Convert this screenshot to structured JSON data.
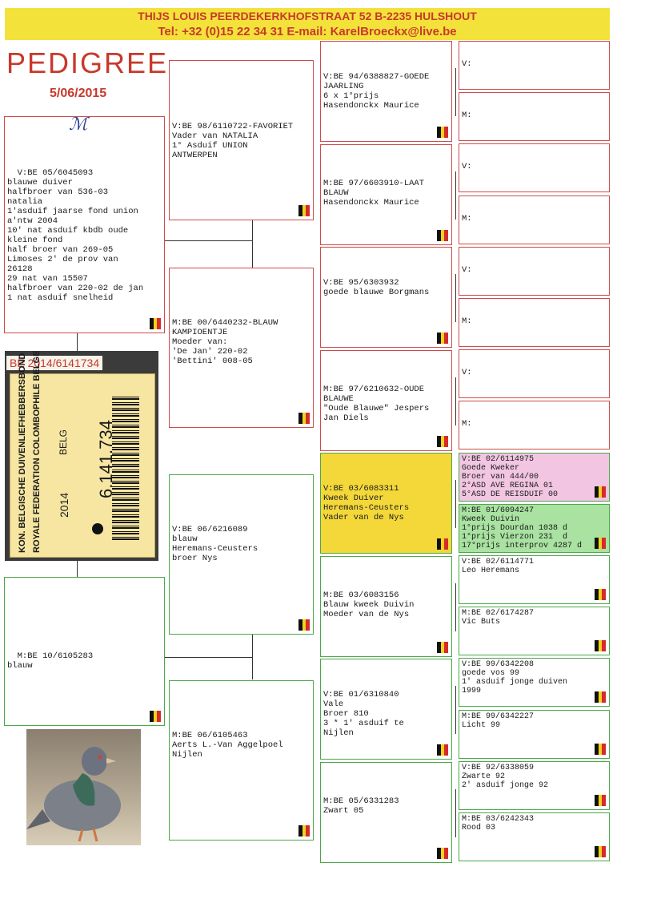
{
  "header": {
    "line1": "THIJS LOUIS      PEERDEKERKHOFSTRAAT 52    B-2235   HULSHOUT",
    "line2": "Tel: +32 (0)15 22 34 31   E-mail: KarelBroeckx@live.be"
  },
  "title": "PEDIGREE",
  "date": "5/06/2015",
  "ring": {
    "label": "BE 2014/6141734",
    "org1": "KON. BELGISCHE DUIVENLIEFHEBBERSBOND",
    "org2": "ROYALE FEDERATION COLOMBOPHILE BELGE",
    "year": "2014",
    "country": "BELG",
    "number": "6.141.734"
  },
  "colors": {
    "red_border": "#cf4b4b",
    "green_border": "#4aa84a",
    "header_bg": "#f3e23a",
    "accent_red": "#c8392c",
    "yellow_box": "#f4d83a",
    "pink_box": "#f2c6e2",
    "green_box": "#a9e2a1"
  },
  "subject_sire": "V:BE 05/6045093\nblauwe duiver\nhalfbroer van 536-03\nnatalia\n1'asduif jaarse fond union\na'ntw 2004\n10' nat asduif kbdb oude\nkleine fond\nhalf broer van 269-05\nLimoses 2' de prov van\n26128\n29 nat van 15507\nhalfbroer van 220-02 de jan\n1 nat asduif snelheid",
  "subject_dam": "M:BE 10/6105283\nblauw",
  "gen2": [
    "V:BE 98/6110722-FAVORIET\nVader van NATALIA\n1° Asduif UNION\nANTWERPEN",
    "M:BE 00/6440232-BLAUW\nKAMPIOENTJE\nMoeder van:\n'De Jan' 220-02\n'Bettini' 008-05",
    "V:BE 06/6216089\nblauw\nHeremans-Ceusters\nbroer Nys",
    "M:BE 06/6105463\nAerts L.-Van Aggelpoel\nNijlen"
  ],
  "gen3": [
    "V:BE 94/6388827-GOEDE\nJAARLING\n6 x 1°prijs\nHasendonckx Maurice",
    "M:BE 97/6603910-LAAT\nBLAUW\nHasendonckx Maurice",
    "V:BE 95/6303932\ngoede blauwe Borgmans",
    "M:BE 97/6210632-OUDE\nBLAUWE\n\"Oude Blauwe\" Jespers\nJan Diels",
    "V:BE 03/6083311\nKweek Duiver\nHeremans-Ceusters\nVader van de Nys",
    "M:BE 03/6083156\nBlauw kweek Duivin\nMoeder van de Nys",
    "V:BE 01/6310840\nVale\nBroer 810\n3 * 1' asduif te\nNijlen",
    "M:BE 05/6331283\nZwart 05"
  ],
  "gen4": [
    "V:",
    "M:",
    "V:",
    "M:",
    "V:",
    "M:",
    "V:",
    "M:",
    "V:BE 02/6114975\nGoede Kweker\nBroer van 444/00\n2°ASD AVE REGINA 01\n5°ASD DE REISDUIF 00",
    "M:BE 01/6094247\nKweek Duivin\n1°prijs Dourdan 1038 d\n1°prijs Vierzon 231  d\n17°prijs interprov 4287 d",
    "V:BE 02/6114771\nLeo Heremans",
    "M:BE 02/6174287\nVic Buts",
    "V:BE 99/6342208\ngoede vos 99\n1' asduif jonge duiven\n1999",
    "M:BE 99/6342227\nLicht 99",
    "V:BE 92/6338059\nZwarte 92\n2' asduif jonge 92",
    "M:BE 03/6242343\nRood 03"
  ]
}
